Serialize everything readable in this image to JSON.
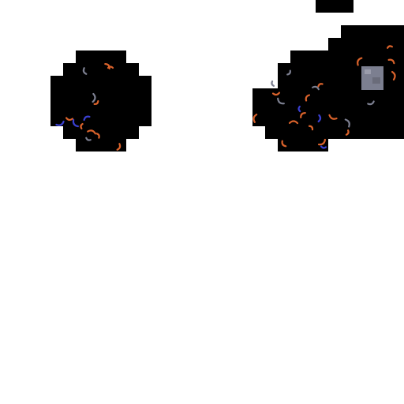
{
  "palette": {
    "background": "#ffffff",
    "terrain": "#000000",
    "ember_orange": "#d9622b",
    "ember_blue": "#3a3fd0",
    "stone_gray": "#7c7f90",
    "rock_gray": "#5a5c66"
  },
  "icons": {
    "terrain": "pixel-blob",
    "debris": "ember-fleck",
    "structure": "stone-block"
  }
}
